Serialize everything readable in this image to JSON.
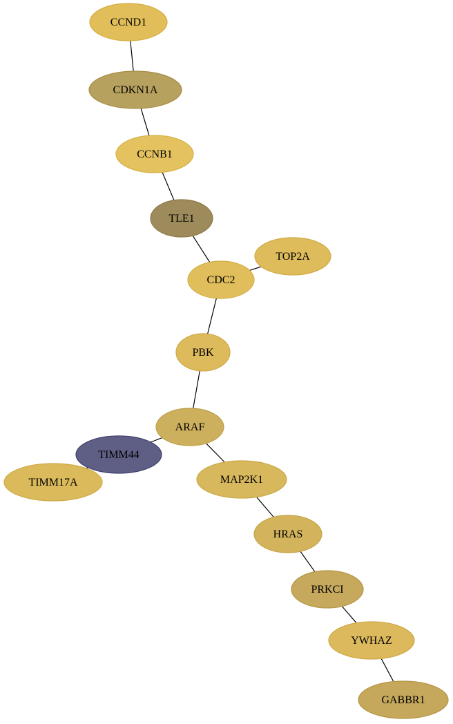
{
  "nodes": [
    {
      "id": "CCND1",
      "label": "CCND1",
      "fill": "#e1be5a",
      "stroke": "#d4ae45"
    },
    {
      "id": "CDKN1A",
      "label": "CDKN1A",
      "fill": "#b7a15e",
      "stroke": "#a68e48"
    },
    {
      "id": "CCNB1",
      "label": "CCNB1",
      "fill": "#e3c25f",
      "stroke": "#d6b248"
    },
    {
      "id": "TLE1",
      "label": "TLE1",
      "fill": "#9e8b5c",
      "stroke": "#8c7846"
    },
    {
      "id": "TOP2A",
      "label": "TOP2A",
      "fill": "#debb5b",
      "stroke": "#d0ab45"
    },
    {
      "id": "CDC2",
      "label": "CDC2",
      "fill": "#e1be5c",
      "stroke": "#d3ae46"
    },
    {
      "id": "PBK",
      "label": "PBK",
      "fill": "#ddba5b",
      "stroke": "#cfaa45"
    },
    {
      "id": "ARAF",
      "label": "ARAF",
      "fill": "#cdb05e",
      "stroke": "#bd9e48"
    },
    {
      "id": "TIMM44",
      "label": "TIMM44",
      "fill": "#5f5f86",
      "stroke": "#3f3f6c"
    },
    {
      "id": "TIMM17A",
      "label": "TIMM17A",
      "fill": "#dbba5c",
      "stroke": "#cdaa46"
    },
    {
      "id": "MAP2K1",
      "label": "MAP2K1",
      "fill": "#d8b85d",
      "stroke": "#caa847"
    },
    {
      "id": "HRAS",
      "label": "HRAS",
      "fill": "#d3b45d",
      "stroke": "#c4a247"
    },
    {
      "id": "PRKCI",
      "label": "PRKCI",
      "fill": "#c6a95d",
      "stroke": "#b59647"
    },
    {
      "id": "YWHAZ",
      "label": "YWHAZ",
      "fill": "#dbb95c",
      "stroke": "#cda946"
    },
    {
      "id": "GABBR1",
      "label": "GABBR1",
      "fill": "#c5a85c",
      "stroke": "#b49546"
    }
  ],
  "edges": [
    {
      "source": "CCND1",
      "target": "CDKN1A"
    },
    {
      "source": "CDKN1A",
      "target": "CCNB1"
    },
    {
      "source": "CCNB1",
      "target": "TLE1"
    },
    {
      "source": "TLE1",
      "target": "CDC2"
    },
    {
      "source": "TOP2A",
      "target": "CDC2"
    },
    {
      "source": "CDC2",
      "target": "PBK"
    },
    {
      "source": "PBK",
      "target": "ARAF"
    },
    {
      "source": "ARAF",
      "target": "TIMM44"
    },
    {
      "source": "TIMM44",
      "target": "TIMM17A"
    },
    {
      "source": "ARAF",
      "target": "MAP2K1"
    },
    {
      "source": "MAP2K1",
      "target": "HRAS"
    },
    {
      "source": "HRAS",
      "target": "PRKCI"
    },
    {
      "source": "PRKCI",
      "target": "YWHAZ"
    },
    {
      "source": "YWHAZ",
      "target": "GABBR1"
    }
  ]
}
